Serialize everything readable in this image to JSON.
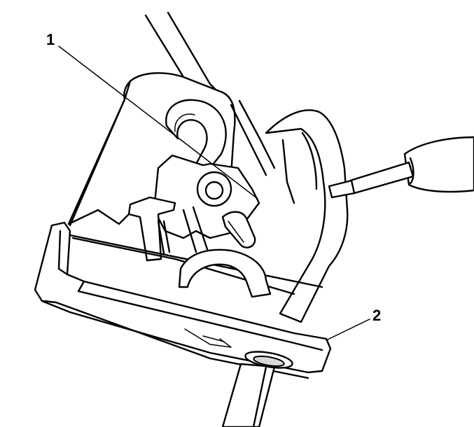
{
  "callouts": [
    {
      "id": "1",
      "label": "1"
    },
    {
      "id": "2",
      "label": "2"
    }
  ],
  "colors": {
    "line": "#000000",
    "background": "#ffffff",
    "shade": "#d8d8d8"
  }
}
